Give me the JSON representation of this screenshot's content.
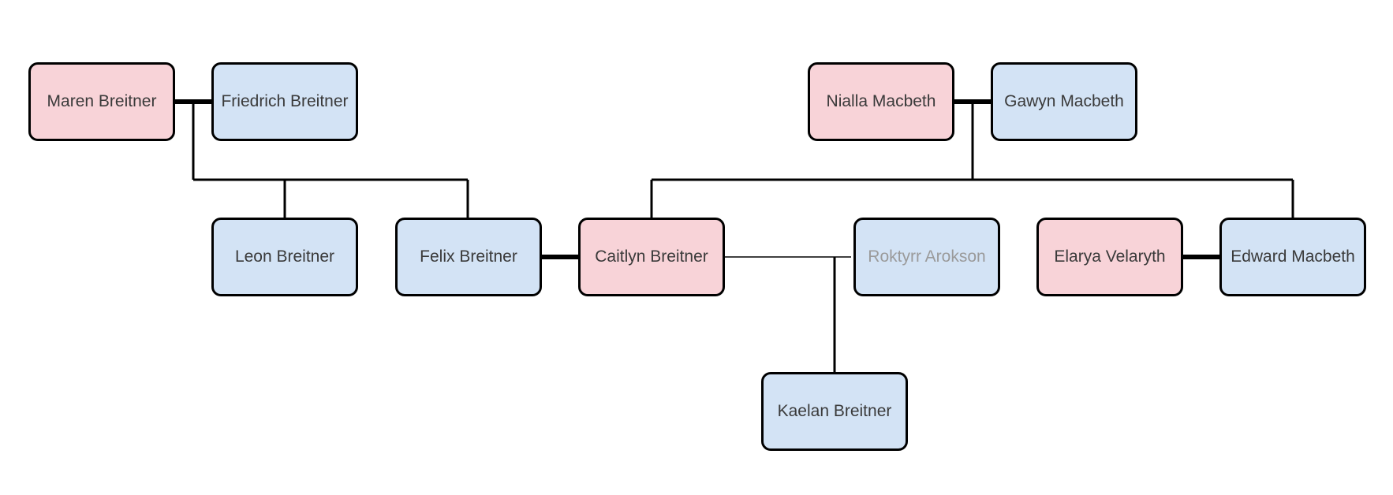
{
  "colors": {
    "female_fill": "#f8d3d8",
    "male_fill": "#d3e3f5",
    "border": "#000000",
    "text": "#3a3a3a",
    "muted_text": "#9a9a9a"
  },
  "people": {
    "maren": {
      "name": "Maren Breitner",
      "gender": "female"
    },
    "friedrich": {
      "name": "Friedrich Breitner",
      "gender": "male"
    },
    "nialla": {
      "name": "Nialla Macbeth",
      "gender": "female"
    },
    "gawyn": {
      "name": "Gawyn Macbeth",
      "gender": "male"
    },
    "leon": {
      "name": "Leon Breitner",
      "gender": "male"
    },
    "felix": {
      "name": "Felix Breitner",
      "gender": "male"
    },
    "caitlyn": {
      "name": "Caitlyn Breitner",
      "gender": "female"
    },
    "roktyrr": {
      "name": "Roktyrr Arokson",
      "gender": "male",
      "muted": true
    },
    "elarya": {
      "name": "Elarya Velaryth",
      "gender": "female"
    },
    "edward": {
      "name": "Edward Macbeth",
      "gender": "male"
    },
    "kaelan": {
      "name": "Kaelan Breitner",
      "gender": "male"
    }
  },
  "marriages": [
    {
      "a": "maren",
      "b": "friedrich",
      "style": "married"
    },
    {
      "a": "nialla",
      "b": "gawyn",
      "style": "married"
    },
    {
      "a": "felix",
      "b": "caitlyn",
      "style": "married"
    },
    {
      "a": "elarya",
      "b": "edward",
      "style": "married"
    },
    {
      "a": "caitlyn",
      "b": "roktyrr",
      "style": "partner"
    }
  ],
  "children": [
    {
      "parents": [
        "maren",
        "friedrich"
      ],
      "kids": [
        "leon",
        "felix"
      ]
    },
    {
      "parents": [
        "nialla",
        "gawyn"
      ],
      "kids": [
        "caitlyn",
        "edward"
      ]
    },
    {
      "parents": [
        "caitlyn",
        "roktyrr"
      ],
      "kids": [
        "kaelan"
      ]
    }
  ]
}
